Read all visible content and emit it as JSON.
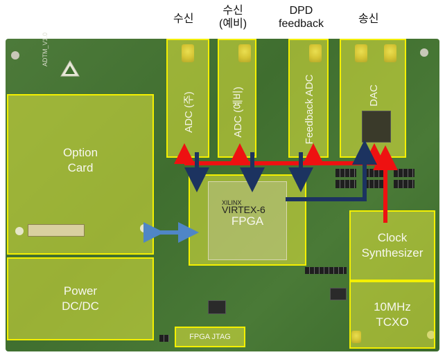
{
  "top_labels": {
    "rx": "수신",
    "rx_spare": "수신\n(예비)",
    "dpd": "DPD\nfeedback",
    "tx": "송신"
  },
  "blocks": {
    "adc_main": "ADC (주)",
    "adc_spare": "ADC (예비)",
    "feedback_adc": "Feedback ADC",
    "dac": "DAC",
    "option_card": "Option\nCard",
    "fpga": "FPGA",
    "fpga_chip": "VIRTEX-6",
    "fpga_vendor": "XILINX",
    "power": "Power\nDC/DC",
    "clock": "Clock\nSynthesizer",
    "tcxo": "10MHz\nTCXO",
    "jtag": "FPGA JTAG"
  },
  "board_marking": "ADTM_V1.0",
  "colors": {
    "highlight_border": "#f4f000",
    "red_arrow": "#ee1111",
    "navy_arrow": "#1c3360",
    "blue_arrow": "#4f86c6",
    "board": "#4d7a3a"
  },
  "icons": [
    "sma-connector-icon",
    "esd-warning-icon"
  ]
}
